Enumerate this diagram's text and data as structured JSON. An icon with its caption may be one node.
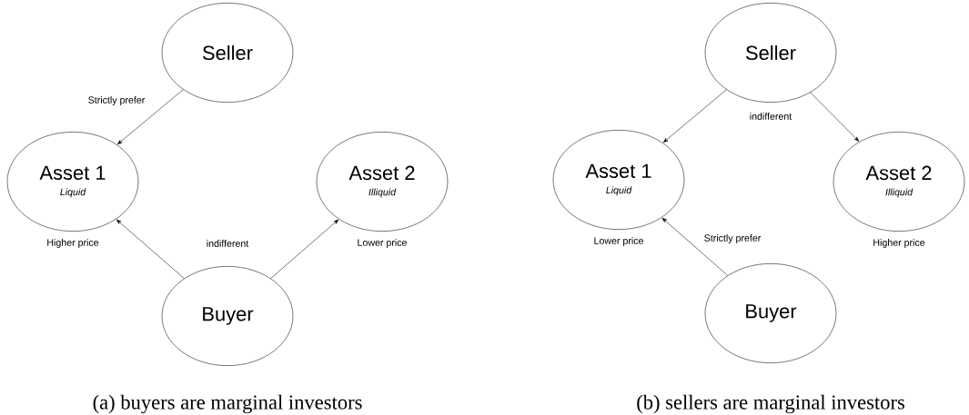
{
  "diagram": {
    "nodes": [
      {
        "text": [
          "Seller"
        ]
      },
      {
        "text": [
          "Asset 1",
          "Liquid"
        ],
        "beside": [
          "Higher price"
        ]
      },
      {
        "text": [
          "Asset 2",
          "Illiquid"
        ],
        "beside": [
          "Lower price"
        ]
      },
      {
        "text": [
          "Buyer"
        ]
      },
      {
        "text": [
          "Seller"
        ]
      },
      {
        "text": [
          "Asset 1",
          "Liquid"
        ],
        "beside": [
          "Lower price"
        ]
      },
      {
        "text": [
          "Asset 2",
          "Illiquid"
        ],
        "beside": [
          "Higher price"
        ]
      },
      {
        "text": [
          "Buyer"
        ]
      }
    ],
    "edges": [
      {
        "from": 0,
        "to": 1,
        "arrow": "to",
        "label": "Strictly prefer"
      },
      {
        "from": 3,
        "to": 1,
        "arrow": "to"
      },
      {
        "from": 3,
        "to": 2,
        "arrow": "to"
      },
      {
        "from": 4,
        "to": 5,
        "arrow": "to"
      },
      {
        "from": 4,
        "to": 6,
        "arrow": "to"
      },
      {
        "from": 7,
        "to": 5,
        "arrow": "to",
        "label": "Strictly prefer"
      }
    ],
    "labels": [
      "indifferent",
      "(a) buyers are marginal investors",
      "indifferent",
      "(b) sellers are marginal investors"
    ]
  }
}
